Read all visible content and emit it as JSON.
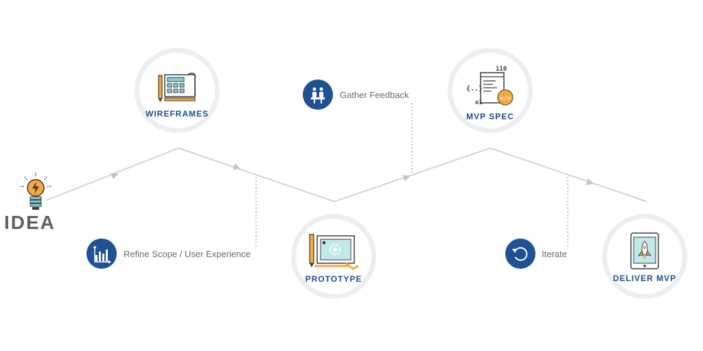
{
  "start": {
    "label": "IDEA"
  },
  "stages": {
    "wireframes": {
      "label": "WIREFRAMES"
    },
    "prototype": {
      "label": "PROTOTYPE"
    },
    "mvp_spec": {
      "label": "MVP SPEC"
    },
    "deliver": {
      "label": "DELIVER MVP"
    }
  },
  "notes": {
    "refine": {
      "text": "Refine Scope / User Experience"
    },
    "feedback": {
      "text": "Gather Feedback"
    },
    "iterate": {
      "text": "Iterate"
    }
  },
  "colors": {
    "brand_blue": "#1f5193",
    "label_blue": "#1f4c91",
    "accent_orange": "#f7a93b",
    "path_gray": "#d3d3d3",
    "circle_border": "#eceef3"
  }
}
